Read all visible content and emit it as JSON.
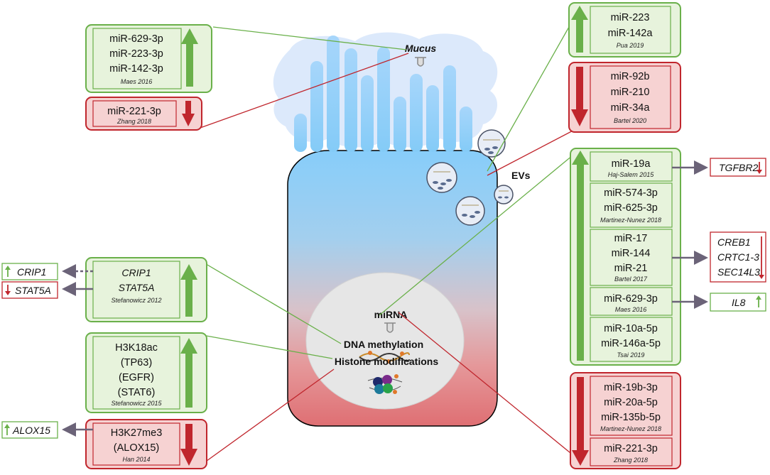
{
  "colors": {
    "green": "#6ab04a",
    "green_fill": "#e7f3dc",
    "red": "#c0262d",
    "red_fill": "#f6d2d2",
    "arrow_grey": "#6b6378"
  },
  "cell": {
    "mucus": "Mucus",
    "evs": "EVs",
    "mirna": "miRNA",
    "dna_methylation": "DNA methylation",
    "histone_modifications": "Histone modifications"
  },
  "mucus_up": {
    "lines": [
      "miR-629-3p",
      "miR-223-3p",
      "miR-142-3p"
    ],
    "ref": "Maes 2016"
  },
  "mucus_down": {
    "lines": [
      "miR-221-3p"
    ],
    "ref": "Zhang 2018"
  },
  "evs_up": {
    "lines": [
      "miR-223",
      "miR-142a"
    ],
    "ref": "Pua 2019"
  },
  "evs_down": {
    "lines": [
      "miR-92b",
      "miR-210",
      "miR-34a"
    ],
    "ref": "Bartel 2020"
  },
  "mirna_up": [
    {
      "lines": [
        "miR-19a"
      ],
      "ref": "Haj-Salem 2015"
    },
    {
      "lines": [
        "miR-574-3p",
        "miR-625-3p"
      ],
      "ref": "Martinez-Nunez 2018"
    },
    {
      "lines": [
        "miR-17",
        "miR-144",
        "miR-21"
      ],
      "ref": "Bartel 2017"
    },
    {
      "lines": [
        "miR-629-3p"
      ],
      "ref": "Maes 2016"
    },
    {
      "lines": [
        "miR-10a-5p",
        "miR-146a-5p"
      ],
      "ref": "Tsai 2019"
    }
  ],
  "mirna_down": [
    {
      "lines": [
        "miR-19b-3p",
        "miR-20a-5p",
        "miR-135b-5p"
      ],
      "ref": "Martinez-Nunez 2018"
    },
    {
      "lines": [
        "miR-221-3p"
      ],
      "ref": "Zhang 2018"
    }
  ],
  "targets": {
    "tgfbr2": "TGFBR2",
    "creb1": "CREB1",
    "crtc13": "CRTC1-3",
    "sec14l3": "SEC14L3",
    "il8": "IL8"
  },
  "methylation_up": {
    "lines": [
      "CRIP1",
      "STAT5A"
    ],
    "ref": "Stefanowicz 2012"
  },
  "methylation_targets": {
    "crip1": "CRIP1",
    "stat5a": "STAT5A"
  },
  "histone_up": {
    "lines": [
      "H3K18ac",
      "(TP63)",
      "(EGFR)",
      "(STAT6)"
    ],
    "ref": "Stefanowicz 2015"
  },
  "histone_down": {
    "lines": [
      "H3K27me3",
      "(ALOX15)"
    ],
    "ref": "Han 2014"
  },
  "histone_target": {
    "alox15": "ALOX15"
  }
}
